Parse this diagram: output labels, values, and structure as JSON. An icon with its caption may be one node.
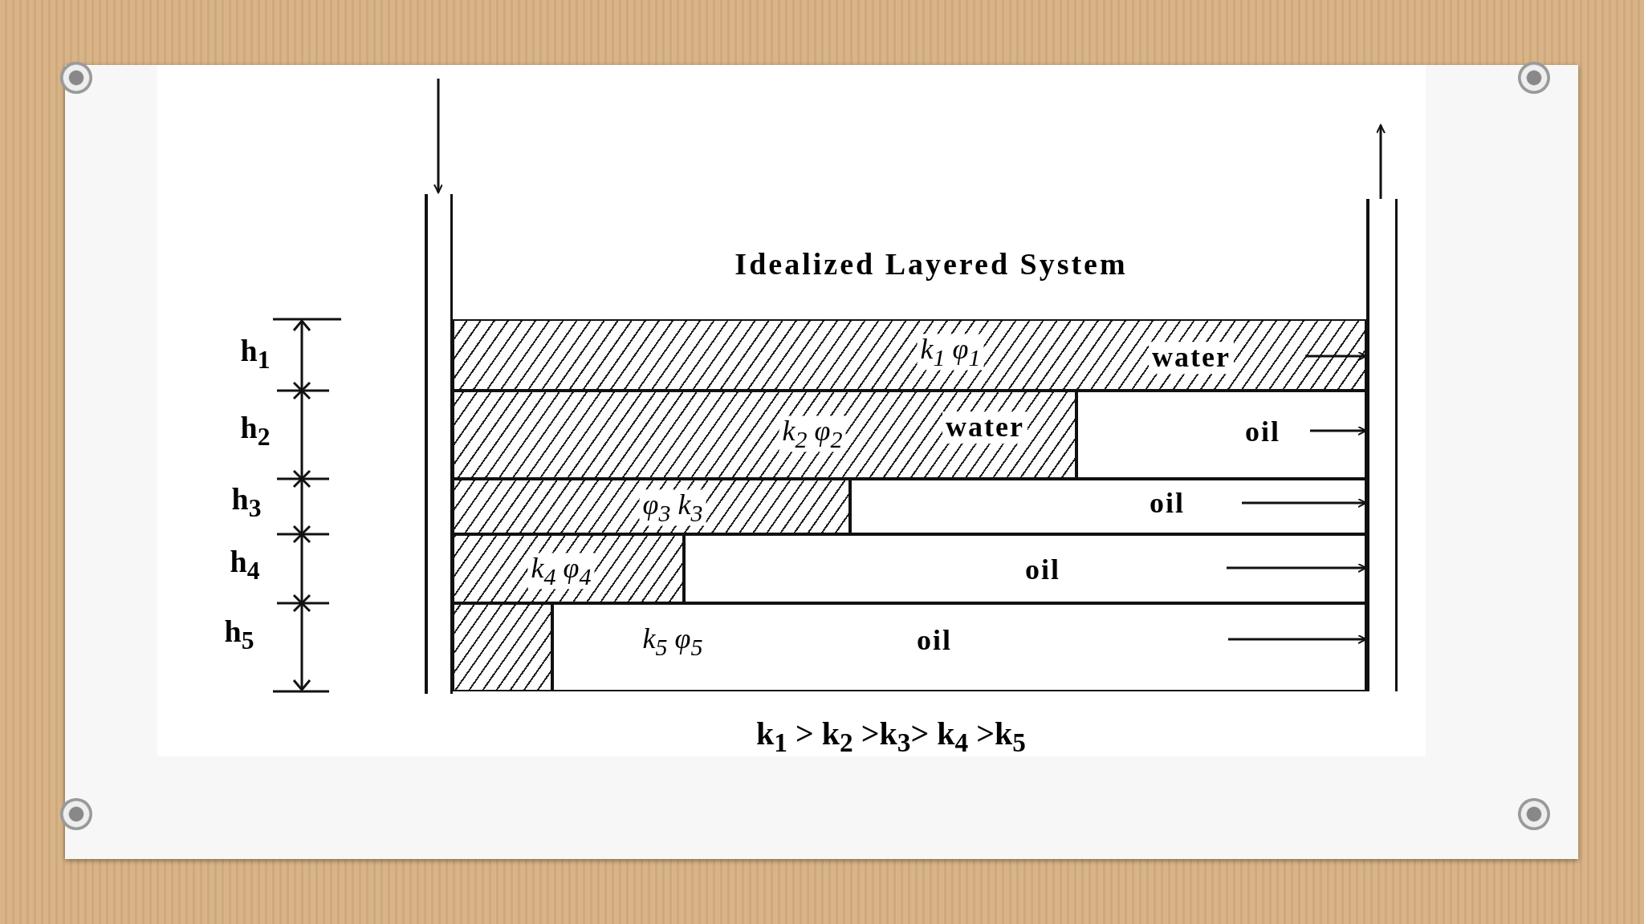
{
  "diagram": {
    "title": "Idealized Layered System",
    "nodes": [
      {
        "text": [],
        "shape": "box"
      },
      {
        "text": [],
        "shape": "box"
      },
      {
        "text": [
          "k$_{1}$ φ$_{1}$",
          "water"
        ]
      },
      {
        "text": [
          "k$_{2}$ φ$_{2}$",
          "water"
        ]
      },
      {
        "text": [
          "oil"
        ]
      },
      {
        "text": [
          "φ$_{3}$ k$_{3}$"
        ]
      },
      {
        "text": [
          "oil"
        ]
      },
      {
        "text": [
          "k$_{4}$ φ$_{4}$"
        ]
      },
      {
        "text": [
          "oil"
        ]
      },
      {
        "text": [],
        "shape": "box"
      },
      {
        "text": [
          "k$_{5}$ φ$_{5}$",
          "oil"
        ]
      }
    ],
    "edges": [
      {
        "from": null,
        "to": 0,
        "arrow": "to"
      },
      {
        "from": 1,
        "to": null,
        "arrow": "to"
      },
      {
        "from": 2,
        "to": 1,
        "arrow": "to"
      },
      {
        "from": 4,
        "to": 1,
        "arrow": "to"
      },
      {
        "from": 6,
        "to": 1,
        "arrow": "to"
      },
      {
        "from": 8,
        "to": 1,
        "arrow": "to"
      },
      {
        "from": 10,
        "to": 1,
        "arrow": "to"
      }
    ],
    "labels": [
      "h$_{1}$",
      "h$_{2}$",
      "h$_{3}$",
      "h$_{4}$",
      "h$_{5}$",
      "k$_{1}$ > k$_{2}$ >k$_{3}$> k$_{4}$ >k$_{5}$"
    ]
  }
}
